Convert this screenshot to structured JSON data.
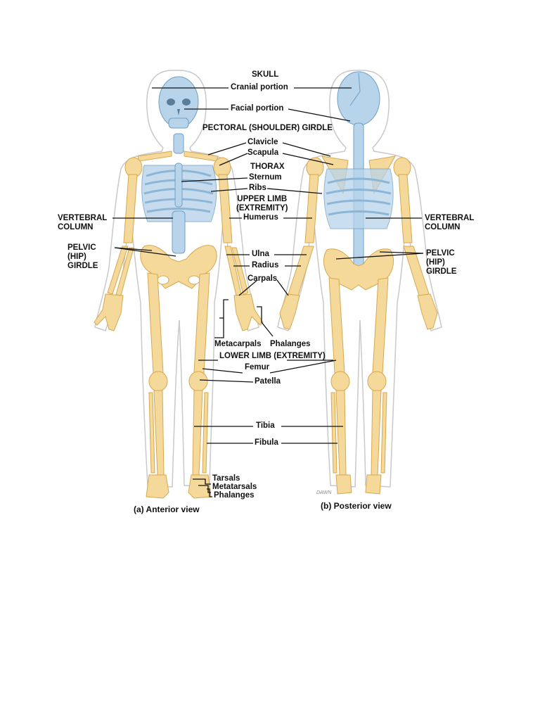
{
  "colors": {
    "bone": "#f4d99a",
    "bone_edge": "#d7a84f",
    "axial": "#b8d4ea",
    "axial_edge": "#6f9fc4",
    "outline": "#c9c9c9",
    "line": "#111111"
  },
  "labels": {
    "skull": "SKULL",
    "cranial": "Cranial portion",
    "facial": "Facial portion",
    "pectoral": "PECTORAL (SHOULDER) GIRDLE",
    "clavicle": "Clavicle",
    "scapula": "Scapula",
    "thorax": "THORAX",
    "sternum": "Sternum",
    "ribs": "Ribs",
    "upper_limb_1": "UPPER LIMB",
    "upper_limb_2": "(EXTREMITY)",
    "humerus": "Humerus",
    "vertebral_left_1": "VERTEBRAL",
    "vertebral_left_2": "COLUMN",
    "vertebral_right_1": "VERTEBRAL",
    "vertebral_right_2": "COLUMN",
    "pelvic_left_1": "PELVIC",
    "pelvic_left_2": "(HIP)",
    "pelvic_left_3": "GIRDLE",
    "pelvic_right_1": "PELVIC",
    "pelvic_right_2": "(HIP)",
    "pelvic_right_3": "GIRDLE",
    "ulna": "Ulna",
    "radius": "Radius",
    "carpals": "Carpals",
    "metacarpals": "Metacarpals",
    "phalanges_hand": "Phalanges",
    "lower_limb": "LOWER LIMB (EXTREMITY)",
    "femur": "Femur",
    "patella": "Patella",
    "tibia": "Tibia",
    "fibula": "Fibula",
    "tarsals": "Tarsals",
    "metatarsals": "Metatarsals",
    "phalanges_foot": "Phalanges"
  },
  "captions": {
    "anterior": "(a) Anterior view",
    "posterior": "(b) Posterior view"
  },
  "signature": "DAWN"
}
